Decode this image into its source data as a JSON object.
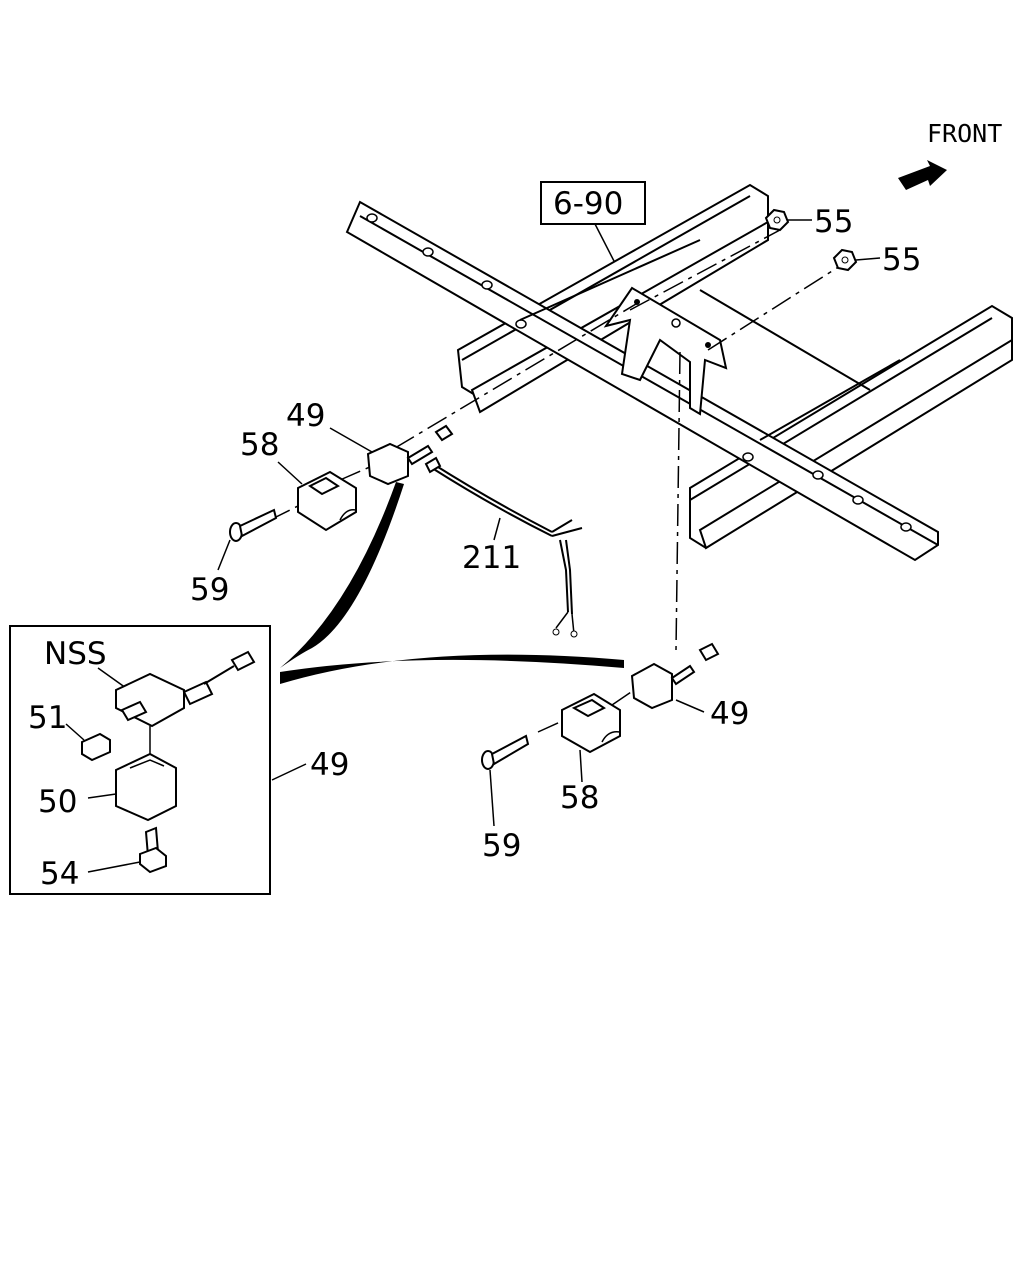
{
  "diagram": {
    "direction_label": "FRONT",
    "reference_box": "6-90",
    "callouts": {
      "nut_upper": "55",
      "nut_lower": "55",
      "sensor_upper": "49",
      "cover_upper": "58",
      "screw_upper": "59",
      "harness": "211",
      "sensor_lower": "49",
      "cover_lower": "58",
      "screw_lower": "59",
      "inset_assembly": "49"
    },
    "inset": {
      "nss": "NSS",
      "cap": "51",
      "bracket": "50",
      "bolt": "54"
    },
    "icons": {
      "front_arrow": "arrow-icon"
    }
  }
}
